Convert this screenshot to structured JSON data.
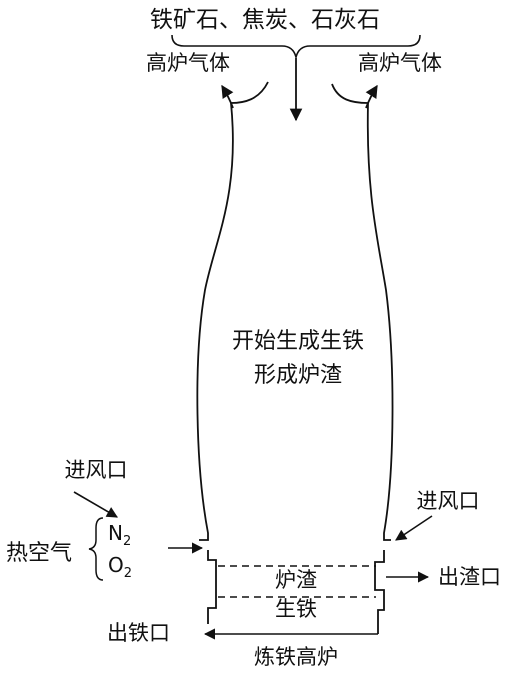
{
  "caption": "炼铁高炉",
  "inputs": {
    "materials": "铁矿石、焦炭、石灰石",
    "gas_left": "高炉气体",
    "gas_right": "高炉气体"
  },
  "middle": {
    "line1": "开始生成生铁",
    "line2": "形成炉渣"
  },
  "air": {
    "inlet_left": "进风口",
    "inlet_right": "进风口",
    "hot_air": "热空气",
    "n2_base": "N",
    "n2_sub": "2",
    "o2_base": "O",
    "o2_sub": "2"
  },
  "bottom": {
    "slag": "炉渣",
    "pig_iron": "生铁",
    "slag_outlet": "出渣口",
    "iron_outlet": "出铁口"
  },
  "colors": {
    "ink": "#111111",
    "background": "#ffffff"
  }
}
